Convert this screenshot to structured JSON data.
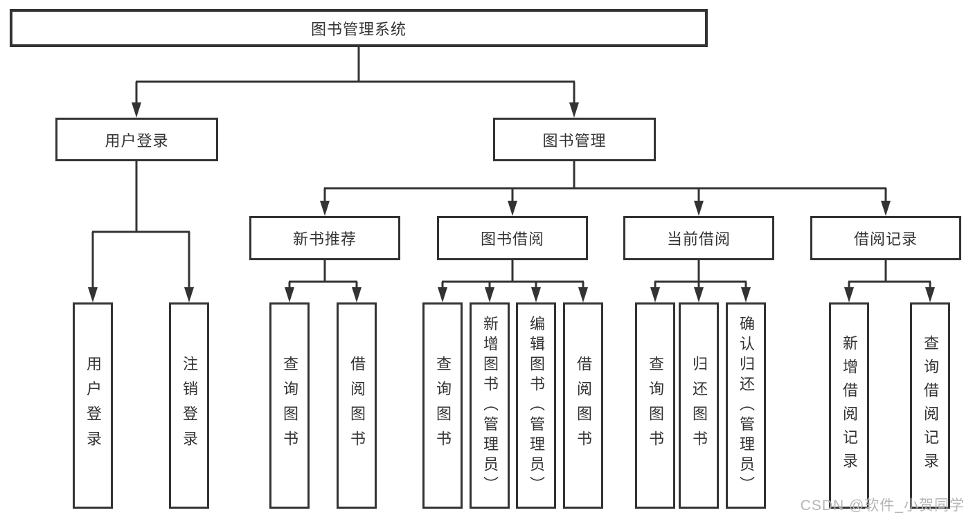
{
  "diagram": {
    "title": "图书管理系统",
    "colors": {
      "line": "#333333",
      "text": "#333333",
      "background": "#ffffff",
      "watermark": "#b5b5b5"
    },
    "root": {
      "label": "图书管理系统"
    },
    "level1": [
      {
        "label": "用户登录"
      },
      {
        "label": "图书管理"
      }
    ],
    "level2": [
      {
        "label": "新书推荐"
      },
      {
        "label": "图书借阅"
      },
      {
        "label": "当前借阅"
      },
      {
        "label": "借阅记录"
      }
    ],
    "groups": [
      {
        "parent": "用户登录",
        "children": [
          "用户登录",
          "注销登录"
        ]
      },
      {
        "parent": "新书推荐",
        "children": [
          "查询图书",
          "借阅图书"
        ]
      },
      {
        "parent": "图书借阅",
        "children": [
          "查询图书",
          "新增图书（管理员）",
          "编辑图书（管理员）",
          "借阅图书"
        ]
      },
      {
        "parent": "当前借阅",
        "children": [
          "查询图书",
          "归还图书",
          "确认归还（管理员）"
        ]
      },
      {
        "parent": "借阅记录",
        "children": [
          "新增借阅记录",
          "查询借阅记录"
        ]
      }
    ],
    "watermark": "CSDN @软件_小贺同学"
  }
}
